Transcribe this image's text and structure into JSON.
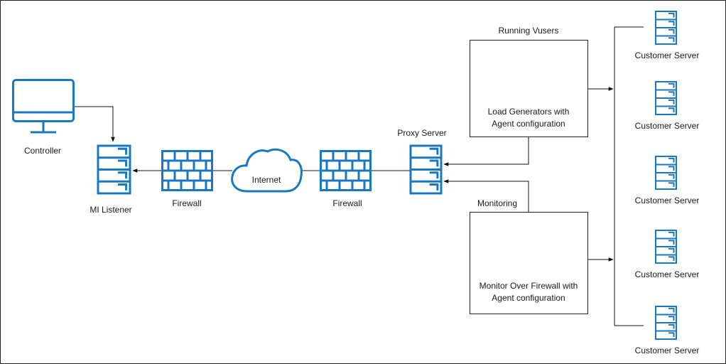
{
  "diagram": {
    "controller": {
      "label": "Controller",
      "icon": "monitor-icon"
    },
    "mi_listener": {
      "label": "MI Listener",
      "icon": "server-icon"
    },
    "firewall_left": {
      "label": "Firewall",
      "icon": "firewall-icon"
    },
    "internet": {
      "label": "Internet",
      "icon": "cloud-icon"
    },
    "firewall_right": {
      "label": "Firewall",
      "icon": "firewall-icon"
    },
    "proxy_server": {
      "label": "Proxy Server",
      "icon": "server-icon"
    },
    "running_vusers": {
      "title": "Running Vusers",
      "line1": "Load Generators with",
      "line2": "Agent configuration",
      "icon": "server-icon"
    },
    "monitoring": {
      "title": "Monitoring",
      "line1": "Monitor Over Firewall with",
      "line2": "Agent configuration",
      "icon": "server-icon"
    },
    "customer_servers": [
      {
        "label": "Customer Server",
        "icon": "server-icon"
      },
      {
        "label": "Customer Server",
        "icon": "server-icon"
      },
      {
        "label": "Customer Server",
        "icon": "server-icon"
      },
      {
        "label": "Customer Server",
        "icon": "server-icon"
      },
      {
        "label": "Customer Server",
        "icon": "server-icon"
      }
    ],
    "colors": {
      "icon": "#1a78c2",
      "line": "#111111",
      "border": "#222222"
    }
  }
}
